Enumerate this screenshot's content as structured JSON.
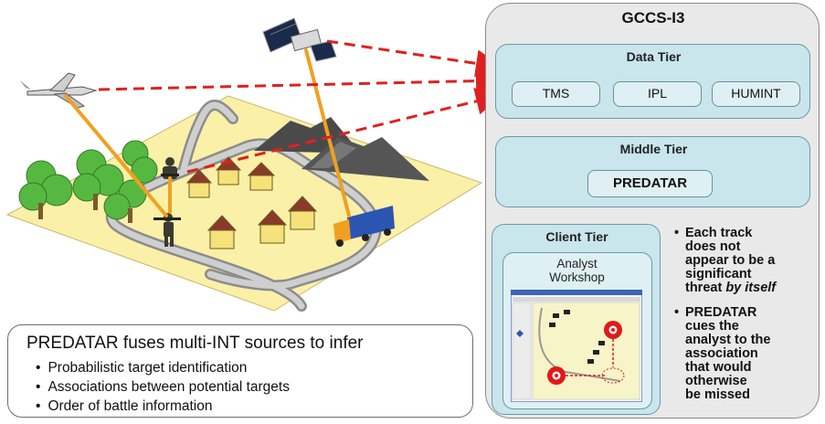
{
  "panel": {
    "title": "GCCS-I3",
    "data_tier": {
      "title": "Data Tier",
      "sources": [
        "TMS",
        "IPL",
        "HUMINT"
      ]
    },
    "middle_tier": {
      "title": "Middle Tier",
      "component": "PREDATAR"
    },
    "client_tier": {
      "title": "Client Tier",
      "workshop_line1": "Analyst",
      "workshop_line2": "Workshop"
    }
  },
  "notes": [
    {
      "lines": [
        "Each track",
        "does not",
        "appear to be a",
        "significant",
        "threat "
      ],
      "emphasis": "by itself"
    },
    {
      "lines": [
        "PREDATAR",
        "cues the",
        "analyst to the",
        "association",
        "that would",
        "otherwise",
        "be missed"
      ]
    }
  ],
  "info": {
    "title": "PREDATAR fuses multi-INT sources to infer",
    "items": [
      "Probabilistic target identification",
      "Associations between potential targets",
      "Order of battle information"
    ]
  },
  "colors": {
    "link_arrow": "#e02020",
    "sensor_line": "#f0a020",
    "ground": "#fbf0a8",
    "tier_fill": "#c8e6ec"
  }
}
